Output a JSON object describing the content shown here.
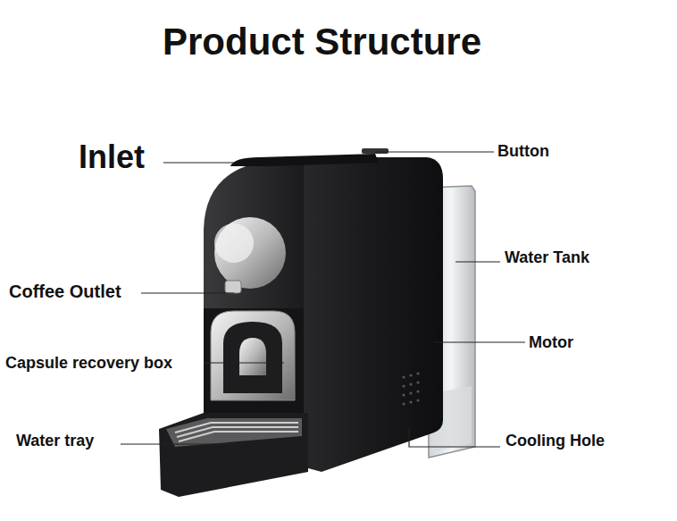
{
  "diagram": {
    "title": "Product Structure",
    "labels": [
      "Inlet",
      "Button",
      "Water Tank",
      "Coffee Outlet",
      "Motor",
      "Capsule recovery box",
      "Water tray",
      "Cooling Hole"
    ]
  }
}
